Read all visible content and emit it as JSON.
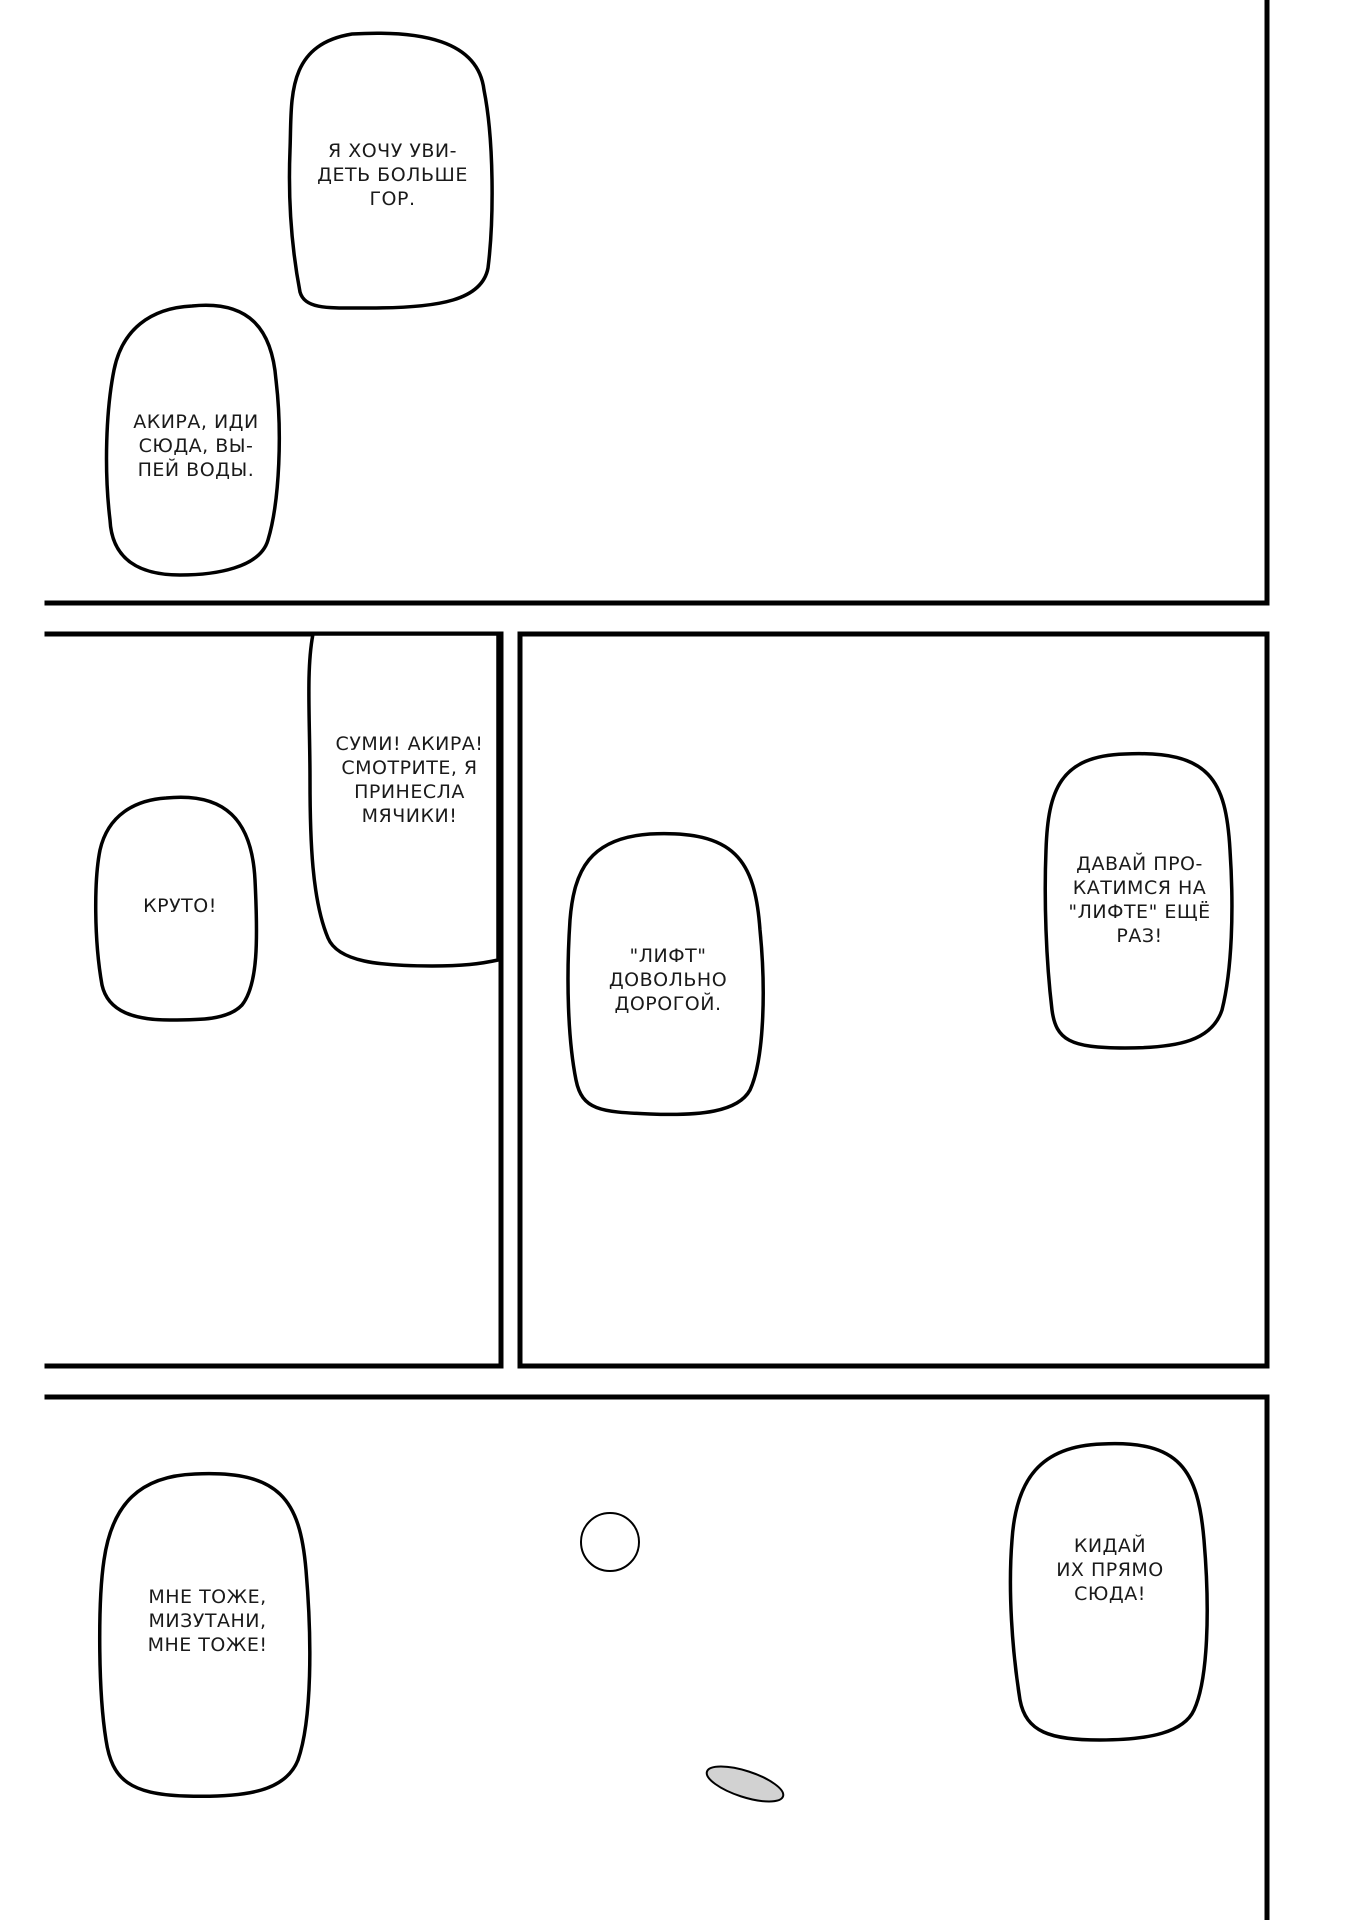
{
  "bubbles": [
    {
      "lines": [
        "Я ХОЧУ УВИ-",
        "ДЕТЬ БОЛЬШЕ",
        "ГОР."
      ]
    },
    {
      "lines": [
        "АКИРА, ИДИ",
        "СЮДА, ВЫ-",
        "ПЕЙ ВОДЫ."
      ]
    },
    {
      "lines": [
        "СУМИ! АКИРА!",
        "СМОТРИТЕ, Я",
        "ПРИНЕСЛА",
        "МЯЧИКИ!"
      ]
    },
    {
      "lines": [
        "КРУТО!"
      ]
    },
    {
      "lines": [
        "\"ЛИФТ\"",
        "ДОВОЛЬНО",
        "ДОРОГОЙ."
      ]
    },
    {
      "lines": [
        "ДАВАЙ ПРО-",
        "КАТИМСЯ НА",
        "\"ЛИФТЕ\" ЕЩЁ",
        "РАЗ!"
      ]
    },
    {
      "lines": [
        "МНЕ ТОЖЕ,",
        "МИЗУТАНИ,",
        "МНЕ ТОЖЕ!"
      ]
    },
    {
      "lines": [
        "КИДАЙ",
        "ИХ ПРЯМО",
        "СЮДА!"
      ]
    }
  ]
}
